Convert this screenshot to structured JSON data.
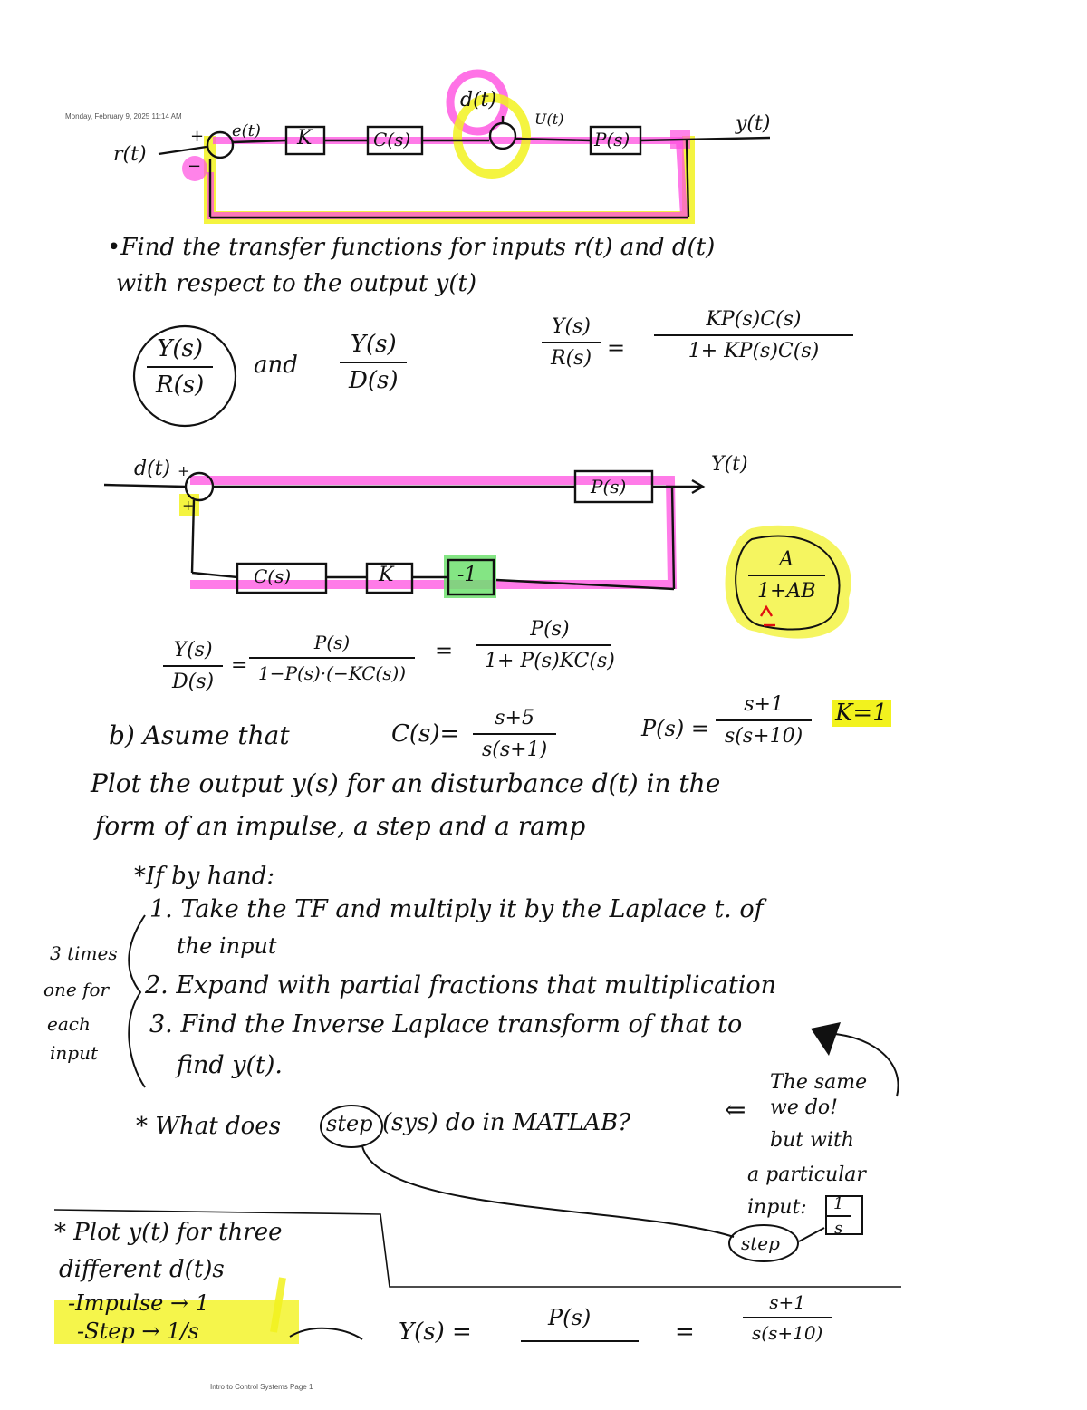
{
  "header": {
    "timestamp": "Monday, February 9, 2025   11:14 AM"
  },
  "diagram1": {
    "r": "r(t)",
    "e": "e(t)",
    "plus": "+",
    "minus": "−",
    "k": "K",
    "c": "C(s)",
    "d": "d(t)",
    "u": "U(t)",
    "p": "P(s)",
    "y": "y(t)"
  },
  "task_a": {
    "line1": "•Find  the  transfer  functions  for  inputs  r(t) and d(t)",
    "line2": "with  respect to  the output  y(t)",
    "f1_num": "Y(s)",
    "f1_den": "R(s)",
    "and": "and",
    "f2_num": "Y(s)",
    "f2_den": "D(s)",
    "f3_num": "Y(s)",
    "f3_den": "R(s)",
    "eq": "=",
    "f4_num": "KP(s)C(s)",
    "f4_den": "1+ KP(s)C(s)"
  },
  "diagram2": {
    "d": "d(t)",
    "plus_top": "+",
    "plus_bottom": "+",
    "p": "P(s)",
    "y": "Y(t)",
    "c": "C(s)",
    "k": "K",
    "neg": "-1",
    "rule_num": "A",
    "rule_den": "1+AB"
  },
  "result_d": {
    "f1_num": "Y(s)",
    "f1_den": "D(s)",
    "eq1": "=",
    "f2_num": "P(s)",
    "f2_den": "1−P(s)·(−KC(s))",
    "eq2": "=",
    "f3_num": "P(s)",
    "f3_den": "1+ P(s)KC(s)"
  },
  "part_b": {
    "label": "b)  Asume  that",
    "c_lhs": "C(s)=",
    "c_num": "s+5",
    "c_den": "s(s+1)",
    "p_lhs": "P(s) =",
    "p_num": "s+1",
    "p_den": "s(s+10)",
    "k": "K=1",
    "line2": "Plot  the  output  y(s)  for  an  disturbance d(t)  in the",
    "line3": "form  of  an impulse,  a step  and  a  ramp"
  },
  "steps": {
    "heading": "*If by  hand:",
    "s1a": "1. Take  the TF  and  multiply  it  by  the Laplace t. of",
    "s1b": "the input",
    "s2": "2. Expand  with  partial fractions  that  multiplication",
    "s3a": "3. Find  the Inverse  Laplace  transform  of  that  to",
    "s3b": "find  y(t).",
    "side": [
      "3 times",
      "one for",
      "each",
      "input"
    ]
  },
  "matlab": {
    "question_pre": "* What does",
    "step": "step",
    "question_post": "(sys)  do  in  MATLAB?",
    "arrow": "⇐",
    "answer": [
      "The same",
      "we do!",
      "but with",
      "a particular",
      "input:"
    ],
    "input_num": "1",
    "input_den": "s",
    "step_label": "step"
  },
  "bottom": {
    "line1": "* Plot  y(t)  for  three",
    "line2": "different  d(t)s",
    "impulse": "-Impulse  →  1",
    "step": "-Step  →  1/s",
    "y_lhs": "Y(s)  =",
    "p_num": "P(s)",
    "eq": "=",
    "r_num": "s+1",
    "r_den": "s(s+10)"
  },
  "footer": {
    "text": "Intro to Control Systems Page 1"
  },
  "colors": {
    "pink": "#ff4fe0",
    "yellow": "#f2f21e",
    "green": "#6ee06e",
    "ink": "#111111",
    "red": "#e01010"
  }
}
